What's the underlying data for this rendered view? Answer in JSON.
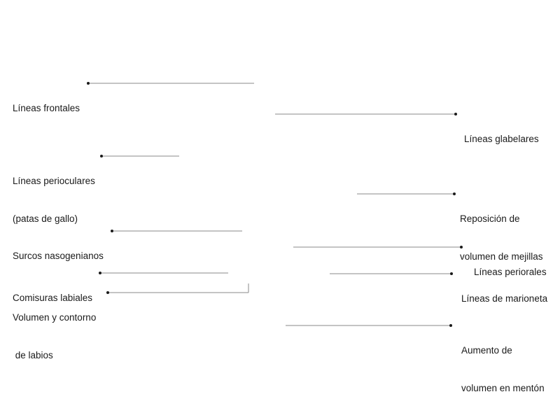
{
  "annotations": [
    {
      "id": "lineas-frontales",
      "side": "left",
      "lines": [
        "Líneas frontales"
      ]
    },
    {
      "id": "lineas-glabelares",
      "side": "right",
      "lines": [
        "Líneas glabelares"
      ]
    },
    {
      "id": "lineas-perioculares",
      "side": "left",
      "lines": [
        "Líneas perioculares",
        "(patas de gallo)"
      ]
    },
    {
      "id": "reposicion-mejillas",
      "side": "right",
      "lines": [
        "Reposición de",
        "volumen de mejillas"
      ]
    },
    {
      "id": "surcos-nasogenianos",
      "side": "left",
      "lines": [
        "Surcos nasogenianos"
      ]
    },
    {
      "id": "lineas-periorales",
      "side": "right",
      "lines": [
        "Líneas periorales"
      ]
    },
    {
      "id": "comisuras-labiales",
      "side": "left",
      "lines": [
        "Comisuras labiales"
      ]
    },
    {
      "id": "lineas-marioneta",
      "side": "right",
      "lines": [
        "Líneas de marioneta"
      ]
    },
    {
      "id": "volumen-labios",
      "side": "left",
      "lines": [
        "Volumen y contorno",
        " de labios"
      ]
    },
    {
      "id": "aumento-menton",
      "side": "right",
      "lines": [
        "Aumento de",
        "volumen en mentón"
      ]
    }
  ],
  "colors": {
    "text": "#1a1a1a",
    "leader_line": "#8a8a8a",
    "dot": "#1a1a1a",
    "background": "#ffffff"
  }
}
